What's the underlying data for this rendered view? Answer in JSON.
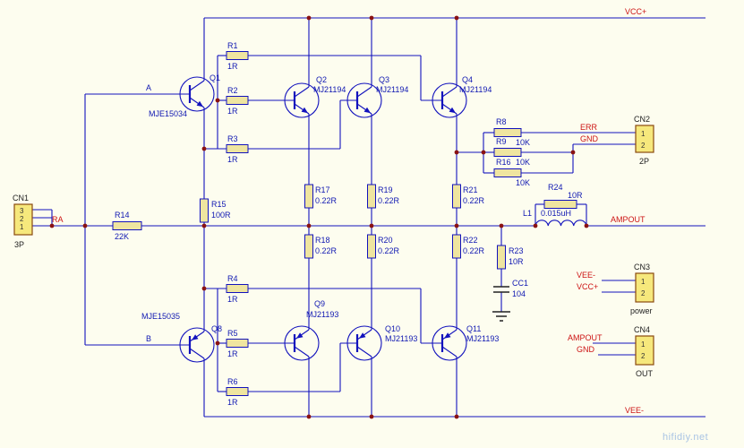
{
  "nets": {
    "vcc": "VCC+",
    "vee": "VEE-",
    "ampout": "AMPOUT",
    "err": "ERR",
    "gnd": "GND",
    "ra": "RA",
    "node_a": "A",
    "node_b": "B"
  },
  "transistors": {
    "Q1": {
      "ref": "Q1",
      "part": "MJE15034"
    },
    "Q2": {
      "ref": "Q2",
      "part": "MJ21194"
    },
    "Q3": {
      "ref": "Q3",
      "part": "MJ21194"
    },
    "Q4": {
      "ref": "Q4",
      "part": "MJ21194"
    },
    "Q8": {
      "ref": "Q8",
      "part": "MJE15035"
    },
    "Q9": {
      "ref": "Q9",
      "part": "MJ21193"
    },
    "Q10": {
      "ref": "Q10",
      "part": "MJ21193"
    },
    "Q11": {
      "ref": "Q11",
      "part": "MJ21193"
    }
  },
  "resistors": {
    "R1": {
      "ref": "R1",
      "value": "1R"
    },
    "R2": {
      "ref": "R2",
      "value": "1R"
    },
    "R3": {
      "ref": "R3",
      "value": "1R"
    },
    "R4": {
      "ref": "R4",
      "value": "1R"
    },
    "R5": {
      "ref": "R5",
      "value": "1R"
    },
    "R6": {
      "ref": "R6",
      "value": "1R"
    },
    "R8": {
      "ref": "R8",
      "value": "10K"
    },
    "R9": {
      "ref": "R9",
      "value": "10K"
    },
    "R16": {
      "ref": "R16",
      "value": "10K"
    },
    "R14": {
      "ref": "R14",
      "value": "22K"
    },
    "R15": {
      "ref": "R15",
      "value": "100R"
    },
    "R17": {
      "ref": "R17",
      "value": "0.22R"
    },
    "R18": {
      "ref": "R18",
      "value": "0.22R"
    },
    "R19": {
      "ref": "R19",
      "value": "0.22R"
    },
    "R20": {
      "ref": "R20",
      "value": "0.22R"
    },
    "R21": {
      "ref": "R21",
      "value": "0.22R"
    },
    "R22": {
      "ref": "R22",
      "value": "0.22R"
    },
    "R23": {
      "ref": "R23",
      "value": "10R"
    },
    "R24": {
      "ref": "R24",
      "value": "10R"
    }
  },
  "inductor": {
    "ref": "L1",
    "value": "0.015uH"
  },
  "capacitor": {
    "ref": "CC1",
    "value": "104"
  },
  "connectors": {
    "CN1": {
      "ref": "CN1",
      "type": "3P",
      "pins": [
        "3",
        "2",
        "1"
      ]
    },
    "CN2": {
      "ref": "CN2",
      "type": "2P",
      "pins": [
        "1",
        "2"
      ]
    },
    "CN3": {
      "ref": "CN3",
      "type": "power",
      "pins": [
        "1",
        "2"
      ]
    },
    "CN4": {
      "ref": "CN4",
      "type": "OUT",
      "pins": [
        "1",
        "2"
      ]
    }
  },
  "watermark": "hifidiy.net"
}
